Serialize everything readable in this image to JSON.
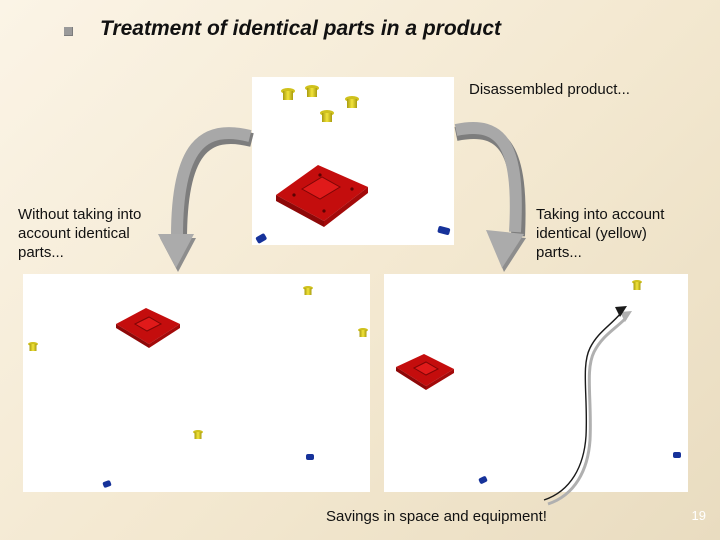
{
  "slide": {
    "title": "Treatment of identical parts in a product",
    "bullet_icon": "square-bullet-icon",
    "page_number": "19"
  },
  "captions": {
    "disassembled": "Disassembled product...",
    "without_identical": [
      "Without taking into",
      "account identical",
      "parts..."
    ],
    "with_identical": [
      "Taking into account",
      "identical (yellow)",
      "parts..."
    ],
    "savings": "Savings in space and equipment!"
  },
  "colors": {
    "red_part": "#d10f0f",
    "yellow_part": "#e3d227",
    "blue_part": "#16329a",
    "arrow_gray": "#a8a8a8"
  },
  "icons": {
    "curved_arrow": "curved-arrow-icon",
    "path_arrow": "path-arrow-icon"
  }
}
